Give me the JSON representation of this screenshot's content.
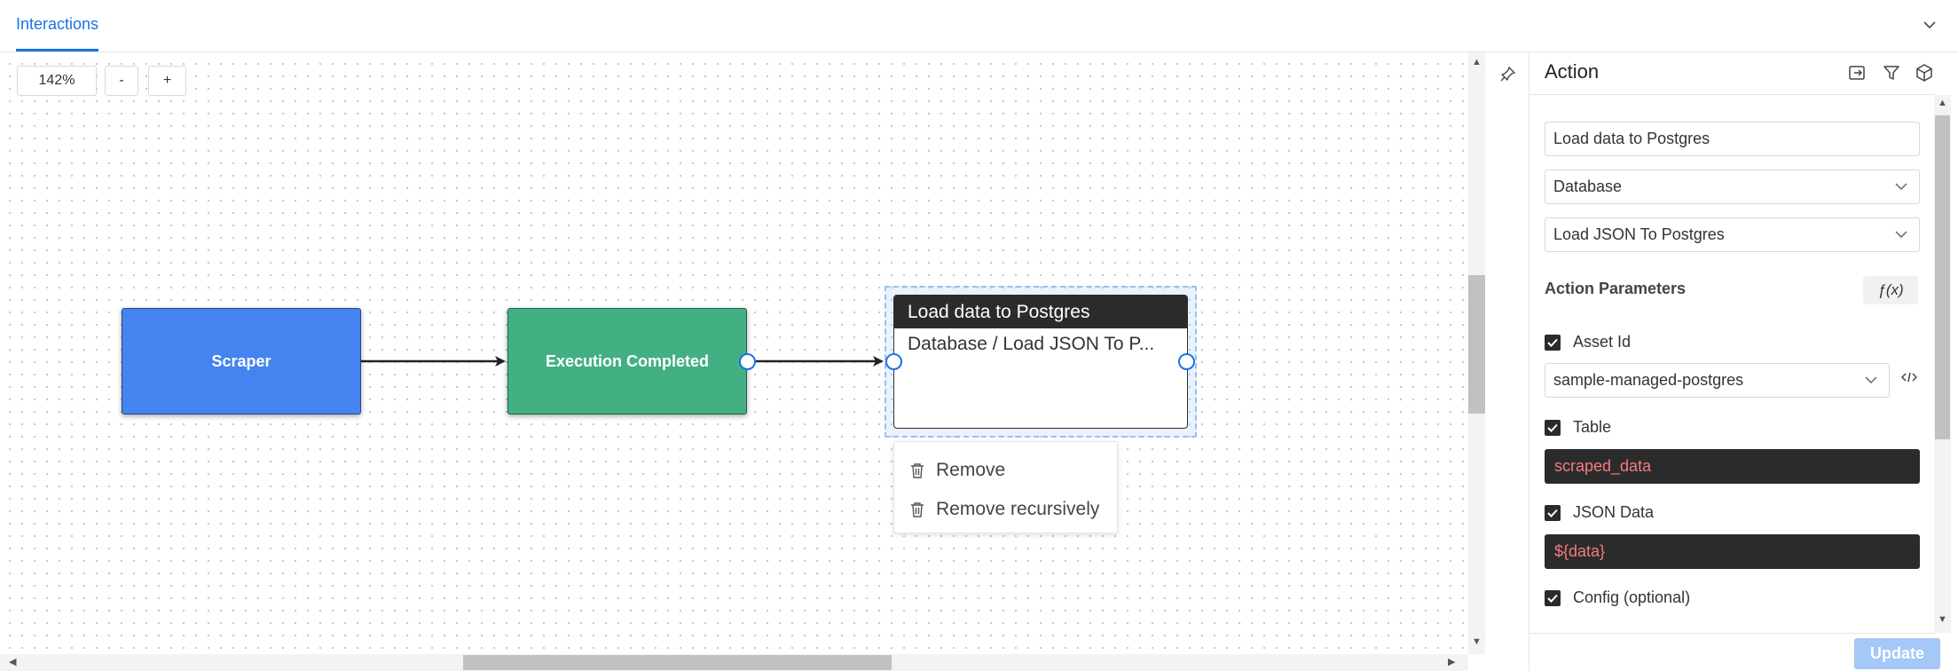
{
  "tabs": {
    "interactions": "Interactions"
  },
  "zoom": {
    "level": "142%",
    "out_label": "-",
    "in_label": "+"
  },
  "nodes": {
    "scraper": "Scraper",
    "execution": "Execution Completed",
    "action_title": "Load data to Postgres",
    "action_subtitle": "Database / Load JSON To P..."
  },
  "context_menu": {
    "remove": "Remove",
    "remove_recursively": "Remove recursively"
  },
  "panel": {
    "title": "Action",
    "action_name": "Load data to Postgres",
    "action_type": "Database",
    "action_operation": "Load JSON To Postgres",
    "params_label": "Action Parameters",
    "fx_label": "ƒ(x)",
    "asset_id_label": "Asset Id",
    "asset_id_value": "sample-managed-postgres",
    "table_label": "Table",
    "table_value": "scraped_data",
    "json_label": "JSON Data",
    "json_value": "${data}",
    "config_label": "Config (optional)",
    "update_label": "Update"
  },
  "icons": [
    "chevron-down-icon",
    "pin-icon",
    "export-icon",
    "filter-icon",
    "cube-icon",
    "trash-icon",
    "code-icon",
    "check-icon"
  ],
  "colors": {
    "accent": "#1a73e8",
    "scraper_node": "#4583f0",
    "execution_node": "#43b083",
    "action_header": "#2b2b2b",
    "code_text": "#f47c7c"
  }
}
